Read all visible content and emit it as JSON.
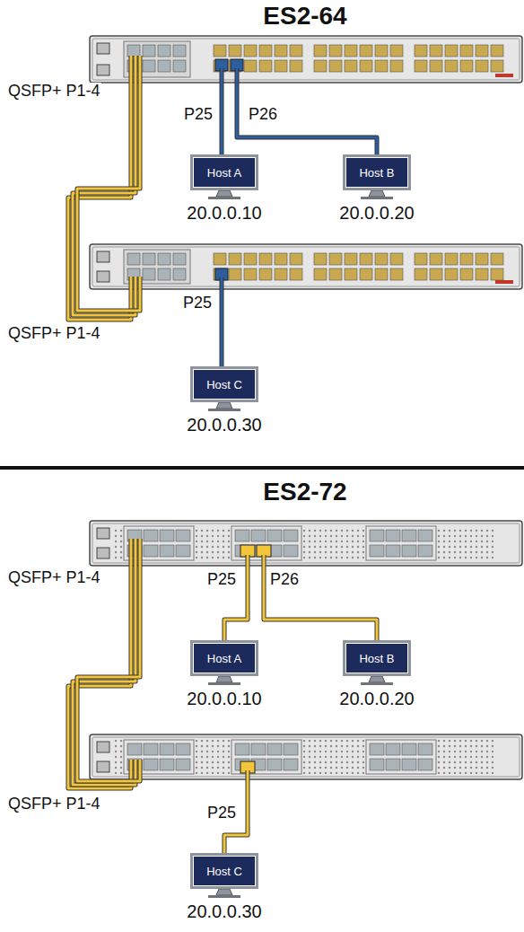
{
  "diagram": {
    "nodes": [
      {
        "text": [
          "Host A",
          "20.0.0.10"
        ]
      },
      {
        "text": [
          "Host B",
          "20.0.0.20"
        ]
      },
      {
        "text": [
          "Host C",
          "20.0.0.30"
        ]
      },
      {
        "text": [
          "Host A",
          "20.0.0.10"
        ]
      },
      {
        "text": [
          "Host B",
          "20.0.0.20"
        ]
      },
      {
        "text": [
          "Host C",
          "20.0.0.30"
        ]
      }
    ],
    "labels": [
      "ES2-64",
      "QSFP+ P1-4",
      "P25",
      "P26",
      "QSFP+ P1-4",
      "P25",
      "ES2-72",
      "QSFP+ P1-4",
      "P25",
      "P26",
      "QSFP+ P1-4",
      "P25"
    ]
  }
}
